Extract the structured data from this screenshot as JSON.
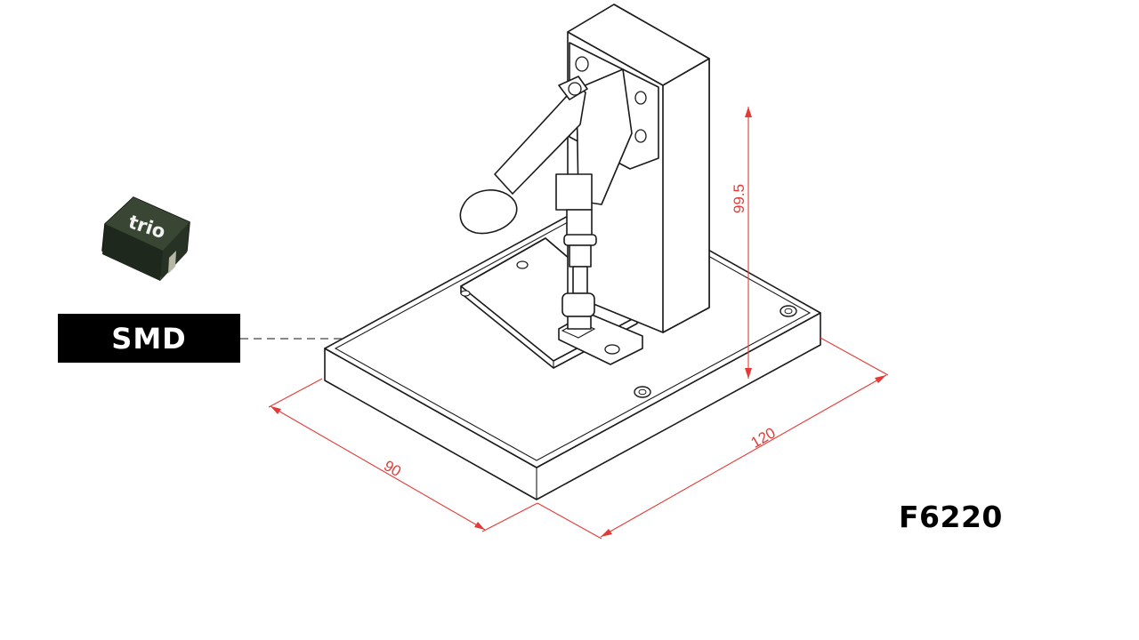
{
  "chip": {
    "brand_text": "trio"
  },
  "labels": {
    "component_type": "SMD",
    "model_number": "F6220"
  },
  "dimensions": {
    "height": "99.5",
    "depth": "90",
    "width": "120"
  },
  "colors": {
    "dimension_lines": "#e53935",
    "label_background": "#000000",
    "chip_body": "#2f3a2a"
  }
}
